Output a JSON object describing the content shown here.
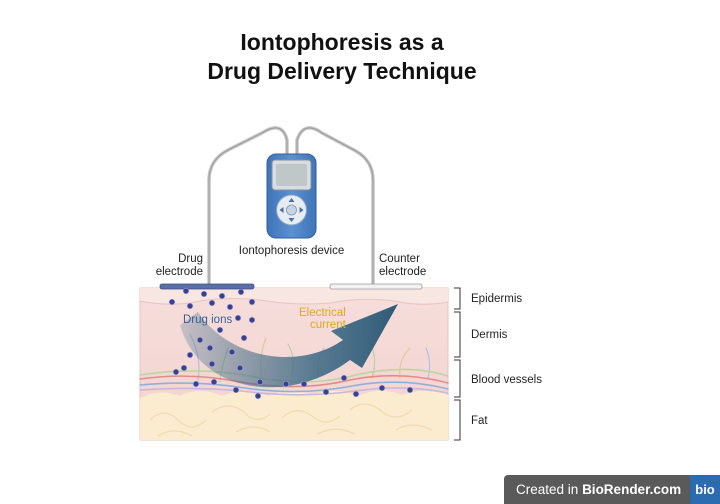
{
  "title": {
    "line1": "Iontophoresis as a",
    "line2": "Drug Delivery Technique"
  },
  "device": {
    "label": "Iontophoresis device"
  },
  "electrodes": {
    "drug": [
      "Drug",
      "electrode"
    ],
    "counter": [
      "Counter",
      "electrode"
    ]
  },
  "annotations": {
    "drug_ions": "Drug ions",
    "electrical_current": [
      "Electrical",
      "current"
    ]
  },
  "layers": [
    {
      "label": "Epidermis"
    },
    {
      "label": "Dermis"
    },
    {
      "label": "Blood vessels"
    },
    {
      "label": "Fat"
    }
  ],
  "badge": {
    "prefix": "Created in",
    "brand": "BioRender.com",
    "logo": "bio"
  },
  "colors": {
    "ion": "#3a3f8f",
    "arrow": "#4a7590",
    "current_label": "#e0a81c",
    "ion_label": "#3c5f9b",
    "device_body": "#4b7fbf"
  }
}
